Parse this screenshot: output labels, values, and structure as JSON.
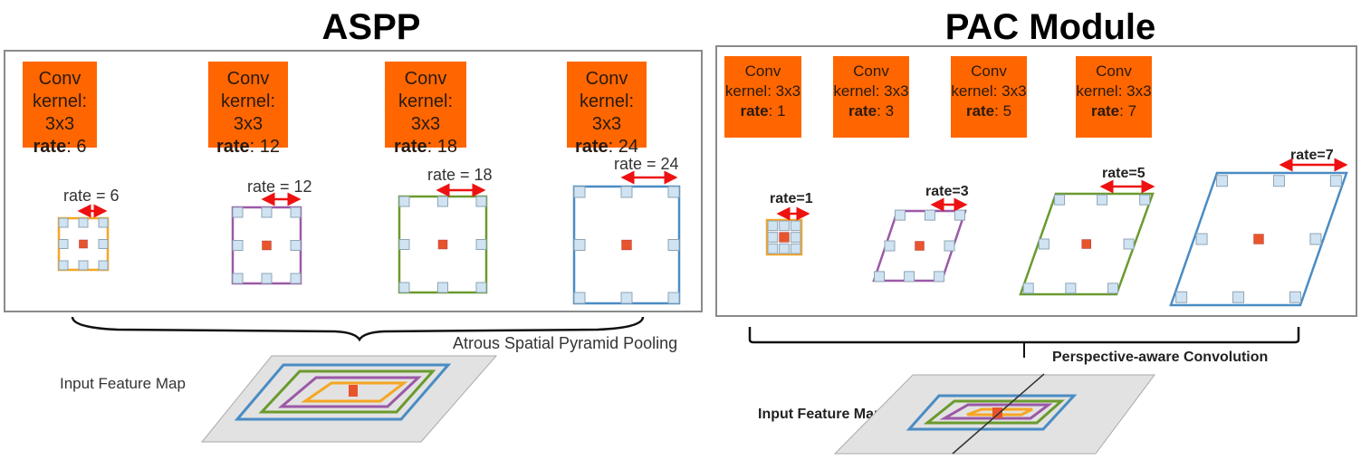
{
  "aspp": {
    "title": "ASPP",
    "convs": [
      {
        "name": "Conv",
        "kernel_label": "kernel: 3x3",
        "rate_key": "rate",
        "rate_value": ": 6"
      },
      {
        "name": "Conv",
        "kernel_label": "kernel: 3x3",
        "rate_key": "rate",
        "rate_value": ": 12"
      },
      {
        "name": "Conv",
        "kernel_label": "kernel: 3x3",
        "rate_key": "rate",
        "rate_value": ": 18"
      },
      {
        "name": "Conv",
        "kernel_label": "kernel: 3x3",
        "rate_key": "rate",
        "rate_value": ": 24"
      }
    ],
    "rate_labels": [
      "rate = 6",
      "rate = 12",
      "rate = 18",
      "rate = 24"
    ],
    "brace_label": "Atrous Spatial Pyramid Pooling",
    "input_label": "Input Feature Map"
  },
  "pac": {
    "title": "PAC Module",
    "convs": [
      {
        "name": "Conv",
        "kernel_label": "kernel: 3x3",
        "rate_key": "rate",
        "rate_value": ": 1"
      },
      {
        "name": "Conv",
        "kernel_label": "kernel: 3x3",
        "rate_key": "rate",
        "rate_value": ": 3"
      },
      {
        "name": "Conv",
        "kernel_label": "kernel: 3x3",
        "rate_key": "rate",
        "rate_value": ": 5"
      },
      {
        "name": "Conv",
        "kernel_label": "kernel: 3x3",
        "rate_key": "rate",
        "rate_value": ": 7"
      }
    ],
    "rate_labels": [
      "rate=1",
      "rate=3",
      "rate=5",
      "rate=7"
    ],
    "brace_label": "Perspective-aware Convolution",
    "input_label": "Input Feature Map"
  },
  "colors": {
    "conv_box": "#ff6600",
    "orange": "#f5a623",
    "purple": "#9b59a6",
    "green": "#6a9a2e",
    "blue": "#4a8cc4",
    "arrow": "#ee1111",
    "center": "#e8542c",
    "tap": "#cfe3f2",
    "map": "#e2e2e2"
  }
}
